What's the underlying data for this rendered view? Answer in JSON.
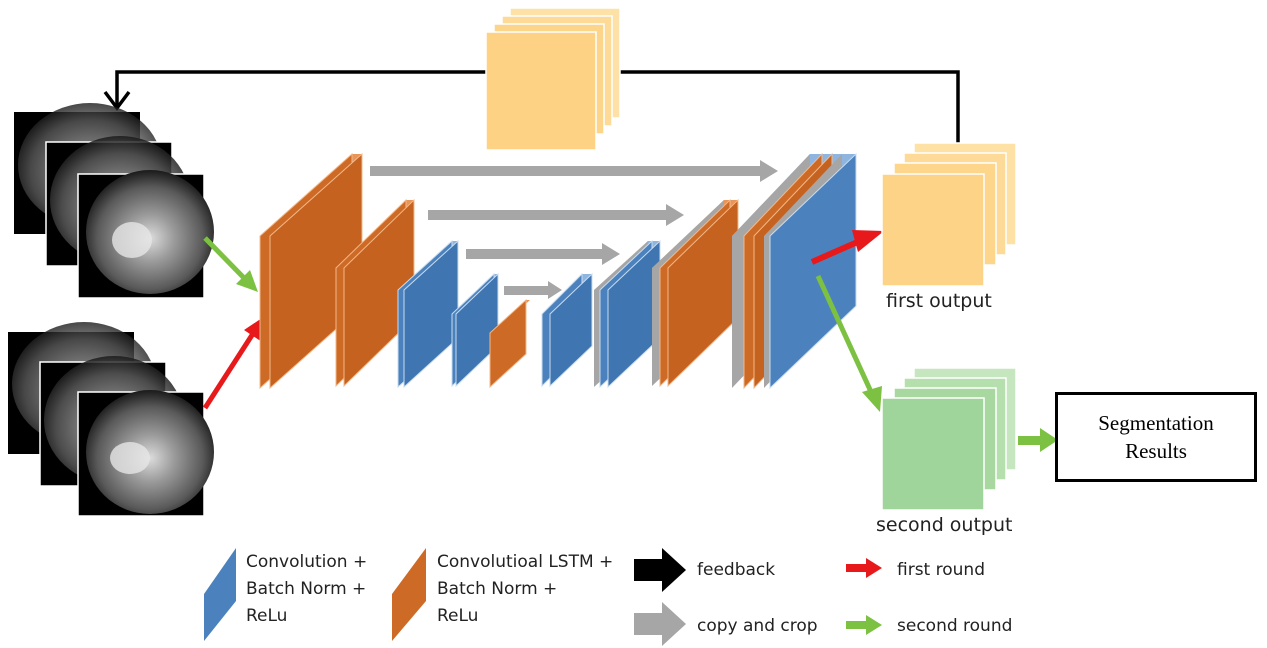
{
  "colors": {
    "conv": "#4b82bd",
    "conv_lstm": "#cd6a26",
    "copy_arrow": "#a6a6a6",
    "feedback_arrow": "#000000",
    "first_round": "#e8191b",
    "second_round": "#7cc142",
    "first_output": "#fdd78e",
    "second_output": "#9fd49a"
  },
  "labels": {
    "first_output": "first output",
    "second_output": "second output",
    "segmentation_line1": "Segmentation",
    "segmentation_line2": "Results"
  },
  "legend": {
    "conv": [
      "Convolution +",
      "Batch Norm +",
      "ReLu"
    ],
    "conv_lstm": [
      "Convolutioal LSTM +",
      "Batch Norm +",
      "ReLu"
    ],
    "feedback": "feedback",
    "copy_and_crop": "copy and crop",
    "first_round": "first round",
    "second_round": "second round"
  },
  "icons": [
    "mri-slice-stack-top",
    "mri-slice-stack-bottom",
    "feedback-arrow",
    "copy-crop-arrow",
    "first-round-arrow",
    "second-round-arrow"
  ]
}
